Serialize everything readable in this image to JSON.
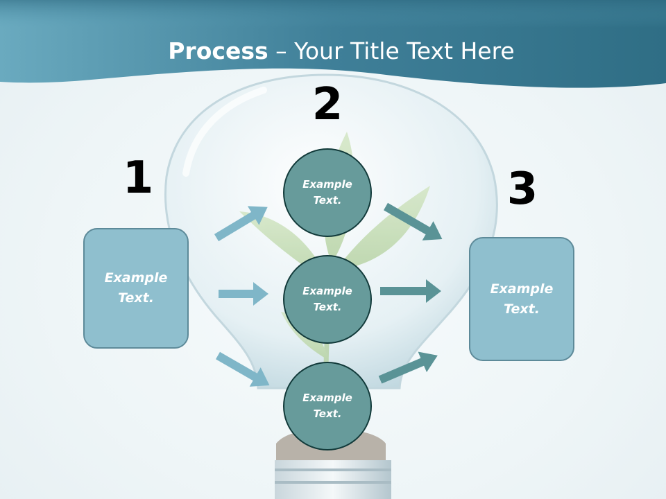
{
  "title": {
    "bold": "Process",
    "rest": " – Your Title Text Here"
  },
  "steps": [
    "1",
    "2",
    "3"
  ],
  "left_box": {
    "label": "Example Text."
  },
  "right_box": {
    "label": "Example Text."
  },
  "circles": [
    {
      "label": "Example Text."
    },
    {
      "label": "Example Text."
    },
    {
      "label": "Example Text."
    }
  ],
  "colors": {
    "header": "#4d93ad",
    "box_fill": "#8fbfce",
    "circle_fill": "#679b9b",
    "arrow_light": "#7fb6c8",
    "arrow_dark": "#5a9396"
  }
}
